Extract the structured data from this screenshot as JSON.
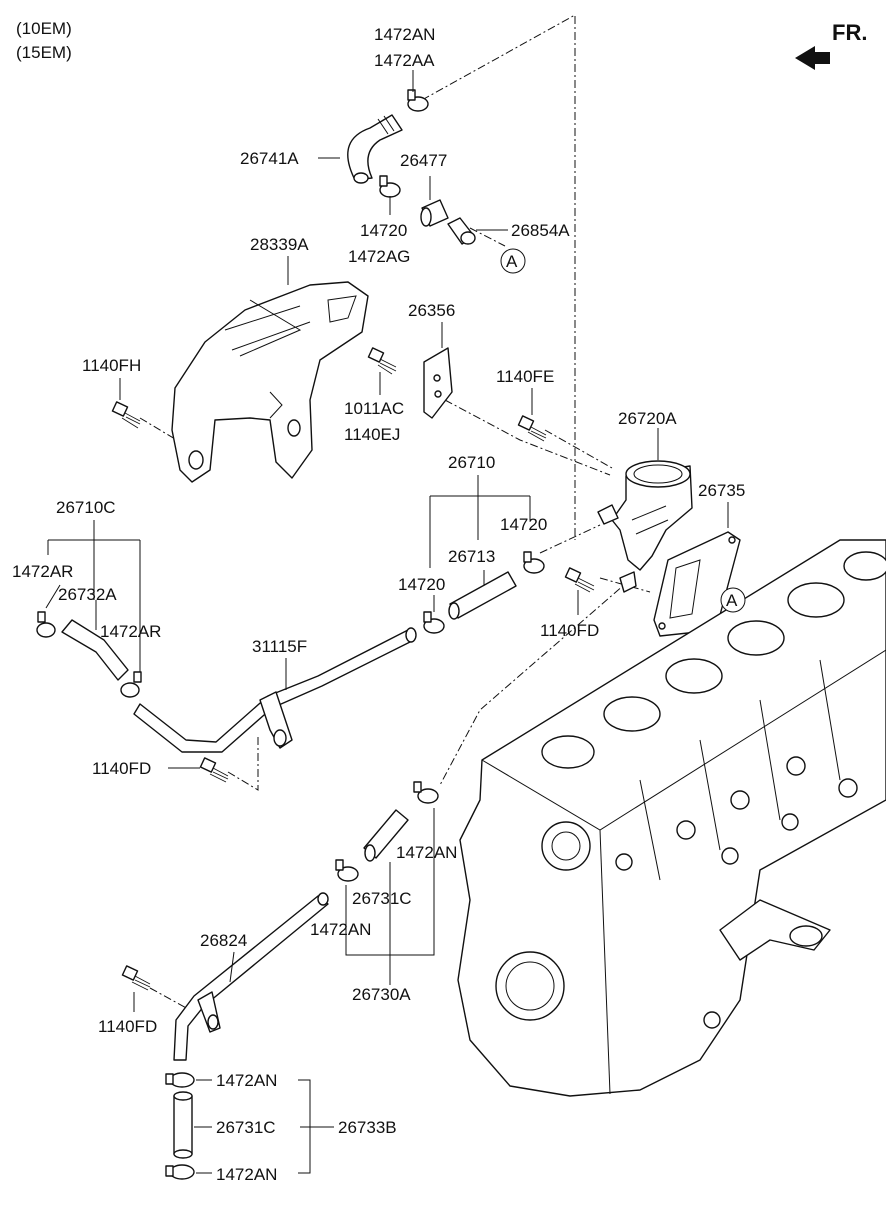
{
  "header": {
    "variant_1": "(10EM)",
    "variant_2": "(15EM)",
    "direction": "FR."
  },
  "callouts": {
    "ref_a": "A"
  },
  "labels": {
    "p1472AN_top": "1472AN",
    "p1472AA": "1472AA",
    "p26741A": "26741A",
    "p26477": "26477",
    "p14720_a": "14720",
    "p1472AG": "1472AG",
    "p26854A": "26854A",
    "p28339A": "28339A",
    "p26356": "26356",
    "p1140FH": "1140FH",
    "p1011AC": "1011AC",
    "p1140EJ": "1140EJ",
    "p1140FE": "1140FE",
    "p26720A": "26720A",
    "p26735": "26735",
    "p26710": "26710",
    "p14720_b": "14720",
    "p26713": "26713",
    "p14720_c": "14720",
    "p1140FD_a": "1140FD",
    "p26710C": "26710C",
    "p1472AR_a": "1472AR",
    "p26732A": "26732A",
    "p1472AR_b": "1472AR",
    "p31115F": "31115F",
    "p1140FD_b": "1140FD",
    "p1472AN_mid": "1472AN",
    "p26731C_a": "26731C",
    "p1472AN_mid2": "1472AN",
    "p26730A": "26730A",
    "p26824": "26824",
    "p1140FD_c": "1140FD",
    "p1472AN_bot1": "1472AN",
    "p26731C_b": "26731C",
    "p26733B": "26733B",
    "p1472AN_bot2": "1472AN"
  }
}
